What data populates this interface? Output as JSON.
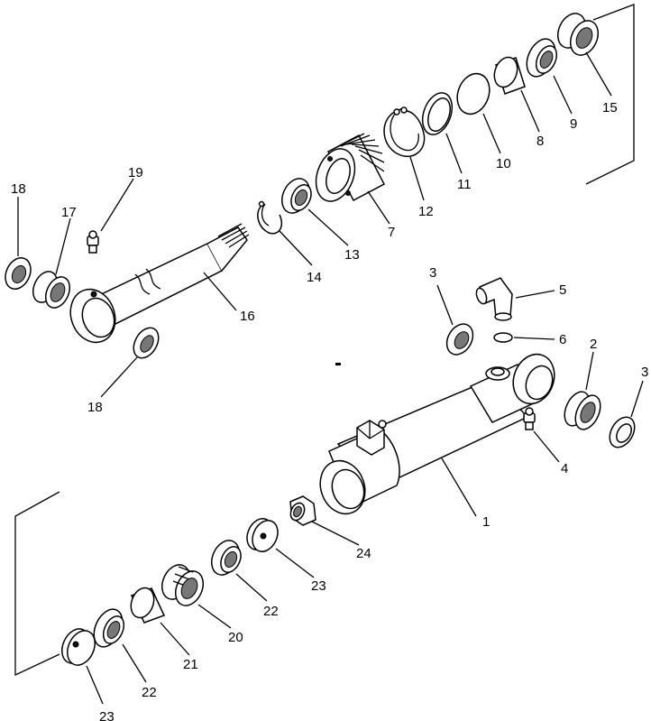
{
  "diagram": {
    "labels": [
      {
        "id": "1",
        "text": "1"
      },
      {
        "id": "2",
        "text": "2"
      },
      {
        "id": "3a",
        "text": "3"
      },
      {
        "id": "3b",
        "text": "3"
      },
      {
        "id": "4",
        "text": "4"
      },
      {
        "id": "5",
        "text": "5"
      },
      {
        "id": "6",
        "text": "6"
      },
      {
        "id": "7",
        "text": "7"
      },
      {
        "id": "8",
        "text": "8"
      },
      {
        "id": "9",
        "text": "9"
      },
      {
        "id": "10",
        "text": "10"
      },
      {
        "id": "11",
        "text": "11"
      },
      {
        "id": "12",
        "text": "12"
      },
      {
        "id": "13",
        "text": "13"
      },
      {
        "id": "14",
        "text": "14"
      },
      {
        "id": "15",
        "text": "15"
      },
      {
        "id": "16",
        "text": "16"
      },
      {
        "id": "17",
        "text": "17"
      },
      {
        "id": "18a",
        "text": "18"
      },
      {
        "id": "18b",
        "text": "18"
      },
      {
        "id": "19",
        "text": "19"
      },
      {
        "id": "20",
        "text": "20"
      },
      {
        "id": "21",
        "text": "21"
      },
      {
        "id": "22a",
        "text": "22"
      },
      {
        "id": "22b",
        "text": "22"
      },
      {
        "id": "23a",
        "text": "23"
      },
      {
        "id": "23b",
        "text": "23"
      },
      {
        "id": "24",
        "text": "24"
      }
    ]
  }
}
